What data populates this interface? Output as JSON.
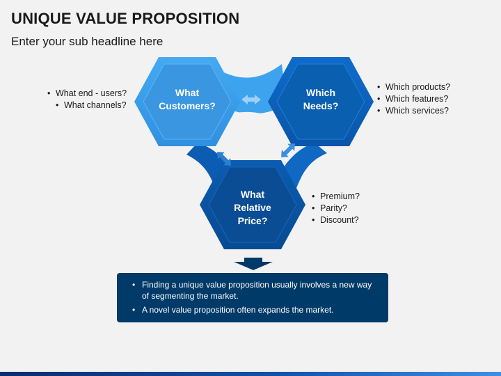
{
  "header": {
    "title": "UNIQUE VALUE PROPOSITION",
    "subtitle": "Enter your sub headline here"
  },
  "nodes": {
    "customers": {
      "line1": "What",
      "line2": "Customers?",
      "color": "#3399e6"
    },
    "needs": {
      "line1": "Which",
      "line2": "Needs?",
      "color": "#0b5fb8"
    },
    "price": {
      "line1": "What",
      "line2": "Relative",
      "line3": "Price?",
      "color": "#0a4f9a"
    }
  },
  "notes": {
    "customers": [
      "What end - users?",
      "What channels?"
    ],
    "needs": [
      "Which products?",
      "Which features?",
      "Which services?"
    ],
    "price": [
      "Premium?",
      "Parity?",
      "Discount?"
    ]
  },
  "summary": {
    "bullets": [
      "Finding a unique value proposition usually involves a new way of segmenting the market.",
      "A novel value proposition often expands the market."
    ]
  },
  "colors": {
    "light_blue": "#3399e6",
    "mid_blue": "#0b5fb8",
    "dark_blue": "#003a68",
    "background": "#f2f2f2"
  }
}
